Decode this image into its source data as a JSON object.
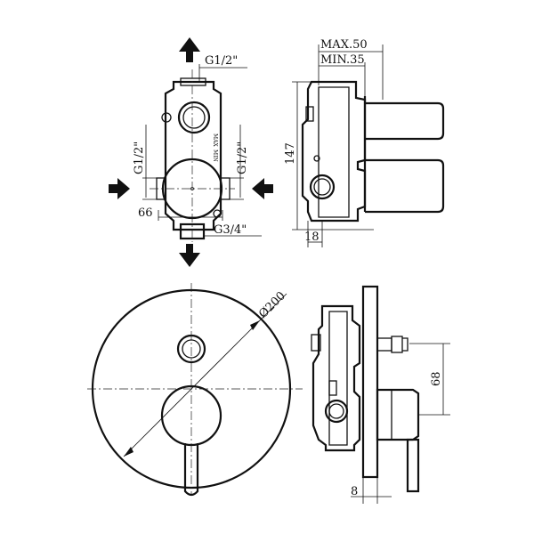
{
  "labels": {
    "outlet_top": "G1/2\"",
    "inlet_left": "G1/2\"",
    "inlet_right": "G1/2\"",
    "outlet_bottom": "G3/4\"",
    "dim_66": "66",
    "max_depth": "MAX.50",
    "min_depth": "MIN.35",
    "height": "147",
    "dim_18": "18",
    "diameter": "Ø200",
    "dim_68": "68",
    "dim_8": "8",
    "body_max": "MAX",
    "body_min": "MIN"
  },
  "colors": {
    "line": "#111111",
    "background": "#ffffff"
  },
  "icons": [
    "arrow-up-icon",
    "arrow-down-icon",
    "arrow-right-icon",
    "arrow-left-icon"
  ]
}
